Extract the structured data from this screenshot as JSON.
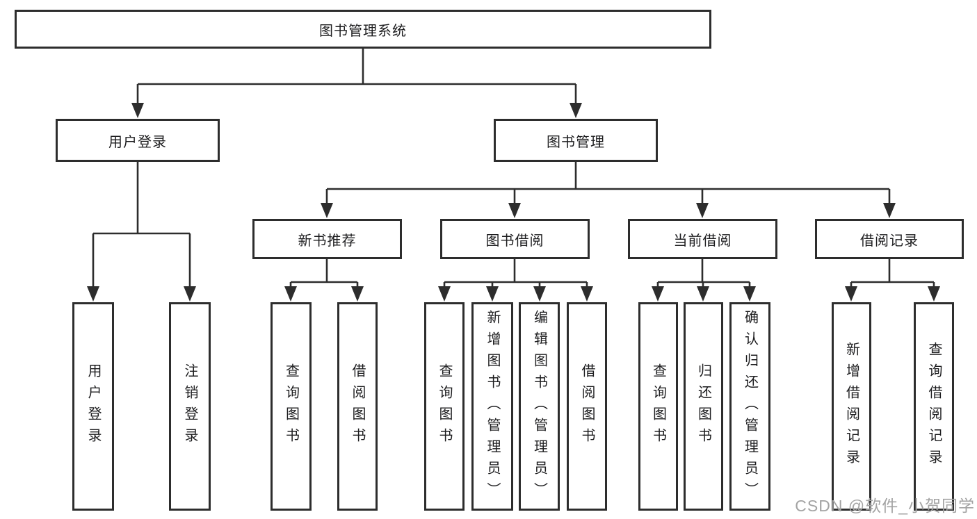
{
  "nodes": {
    "root": "图书管理系统",
    "user_login": "用户登录",
    "book_mgmt": "图书管理",
    "new_book_rec": "新书推荐",
    "book_borrow": "图书借阅",
    "current_borrow": "当前借阅",
    "borrow_record": "借阅记录",
    "user_login_child_1": "用户登录",
    "user_login_child_2": "注销登录",
    "new_book_child_1": "查询图书",
    "new_book_child_2": "借阅图书",
    "book_borrow_child_1": "查询图书",
    "book_borrow_child_2": "新增图书（管理员）",
    "book_borrow_child_3": "编辑图书（管理员）",
    "book_borrow_child_4": "借阅图书",
    "current_borrow_child_1": "查询图书",
    "current_borrow_child_2": "归还图书",
    "current_borrow_child_3": "确认归还（管理员）",
    "borrow_record_child_1": "新增借阅记录",
    "borrow_record_child_2": "查询借阅记录"
  },
  "watermark": "CSDN @软件_小贺同学",
  "colors": {
    "line": "#2d2d2d",
    "text": "#1d1d1f",
    "watermark": "#a3a3a3",
    "background": "#ffffff"
  }
}
